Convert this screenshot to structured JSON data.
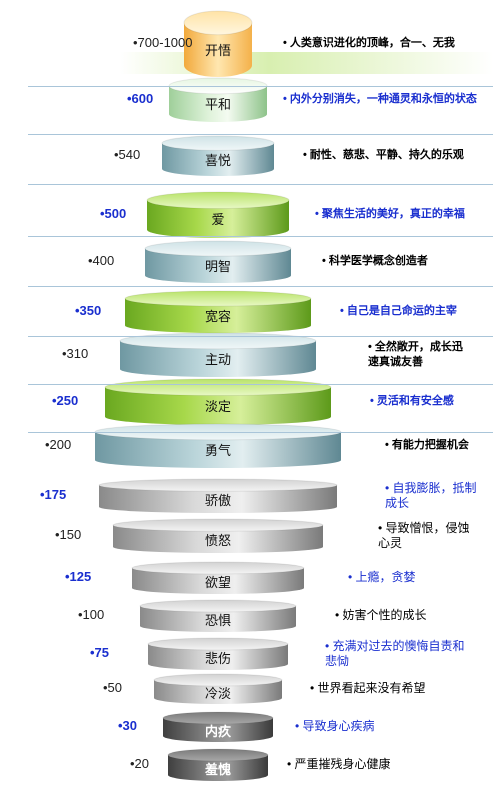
{
  "rows": [
    {
      "level": "700-1000",
      "name": "开悟",
      "desc": "人类意识进化的顶峰，合一、无我",
      "highlight": false,
      "tone": "top"
    },
    {
      "level": "600",
      "name": "平和",
      "desc": "内外分别消失，一种通灵和永恒的状态",
      "highlight": true,
      "tone": "pale"
    },
    {
      "level": "540",
      "name": "喜悦",
      "desc": "耐性、慈悲、平静、持久的乐观",
      "highlight": false,
      "tone": "teal"
    },
    {
      "level": "500",
      "name": "爱",
      "desc": "聚焦生活的美好，真正的幸福",
      "highlight": true,
      "tone": "green"
    },
    {
      "level": "400",
      "name": "明智",
      "desc": "科学医学概念创造者",
      "highlight": false,
      "tone": "teal"
    },
    {
      "level": "350",
      "name": "宽容",
      "desc": "自己是自己命运的主宰",
      "highlight": true,
      "tone": "green"
    },
    {
      "level": "310",
      "name": "主动",
      "desc": "全然敞开，成长迅速真诚友善",
      "highlight": false,
      "tone": "teal"
    },
    {
      "level": "250",
      "name": "淡定",
      "desc": "灵活和有安全感",
      "highlight": true,
      "tone": "green"
    },
    {
      "level": "200",
      "name": "勇气",
      "desc": "有能力把握机会",
      "highlight": false,
      "tone": "teal"
    },
    {
      "level": "175",
      "name": "骄傲",
      "desc": "自我膨胀，抵制成长",
      "highlight": true,
      "tone": "gray"
    },
    {
      "level": "150",
      "name": "愤怒",
      "desc": "导致憎恨，侵蚀心灵",
      "highlight": false,
      "tone": "gray"
    },
    {
      "level": "125",
      "name": "欲望",
      "desc": "上瘾，贪婪",
      "highlight": true,
      "tone": "gray"
    },
    {
      "level": "100",
      "name": "恐惧",
      "desc": "妨害个性的成长",
      "highlight": false,
      "tone": "gray"
    },
    {
      "level": "75",
      "name": "悲伤",
      "desc": "充满对过去的懊悔自责和悲恸",
      "highlight": true,
      "tone": "gray"
    },
    {
      "level": "50",
      "name": "冷淡",
      "desc": "世界看起来没有希望",
      "highlight": false,
      "tone": "gray"
    },
    {
      "level": "30",
      "name": "内疚",
      "desc": "导致身心疾病",
      "highlight": true,
      "tone": "dark"
    },
    {
      "level": "20",
      "name": "羞愧",
      "desc": "严重摧残身心健康",
      "highlight": false,
      "tone": "dark"
    }
  ],
  "colors": {
    "green_accent": "#8cc63f",
    "highlight_text": "#1a2fcf",
    "teal": "#8fb7bf",
    "gray": "#b9b9b9",
    "dark": "#555555",
    "top": "#f6c35a"
  }
}
